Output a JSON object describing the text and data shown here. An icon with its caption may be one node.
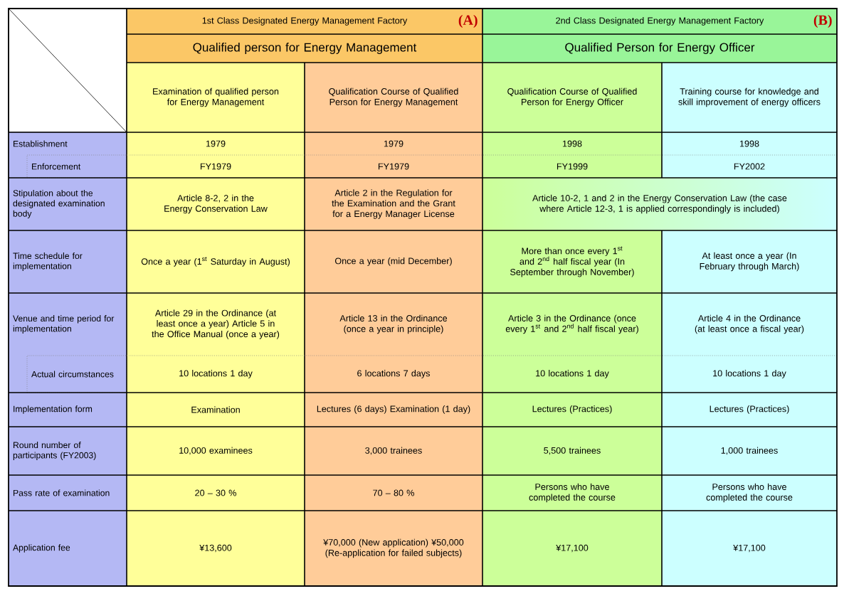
{
  "diagram": {
    "labels": [
      "1st Class Designated Energy Management Factory",
      "(A)",
      "2nd Class Designated Energy Management Factory",
      "(B)",
      "Qualified person for Energy Management",
      "Qualified Person for Energy Officer",
      "Examination of qualified person for Energy Management",
      "Qualification Course of Qualified Person for Energy Management",
      "Qualification Course of Qualified Person for Energy Officer",
      "Training course for knowledge and skill improvement of energy officers",
      "Establishment",
      "1979",
      "1979",
      "1998",
      "1998",
      "Enforcement",
      "FY1979",
      "FY1979",
      "FY1999",
      "FY2002",
      "Stipulation about the designated examination body",
      "Article 8-2, 2 in the Energy Conservation Law",
      "Article 2 in the Regulation for the Examination and the Grant for a Energy Manager License",
      "Article 10-2, 1 and 2 in the Energy Conservation Law (the case where Article 12-3, 1 is applied correspondingly is included)",
      "Time schedule for implementation",
      "Once a year (1$^{st}$ Saturday in August)",
      "Once a year (mid December)",
      "More than once every 1$^{st}$ and 2$^{nd}$ half fiscal year (In September through November)",
      "At least once a year (In February through March)",
      "Venue and time period for implementation",
      "Article 29 in the Ordinance (at least once a year) Article 5 in the Office Manual (once a year)",
      "Article 13 in the Ordinance (once a year in principle)",
      "Article 3 in the Ordinance (once every 1$^{st}$ and 2$^{nd}$ half fiscal year)",
      "Article 4 in the Ordinance (at least once a fiscal year)",
      "Actual circumstances",
      "10 locations 1 day",
      "6 locations 7 days",
      "10 locations 1 day",
      "10 locations 1 day",
      "Implementation form",
      "Examination",
      "Lectures (6 days) Examination (1 day)",
      "Lectures (Practices)",
      "Lectures (Practices)",
      "Round number of participants (FY2003)",
      "10,000 examinees",
      "3,000 trainees",
      "5,500 trainees",
      "1,000 trainees",
      "Pass rate of examination",
      "20 – 30 %",
      "70 – 80 %",
      "Persons who have completed the course",
      "Persons who have completed the course",
      "Application fee",
      "¥13,600",
      "¥70,000 (New application) ¥50,000 (Re-application for failed subjects)",
      "¥17,100",
      "¥17,100"
    ]
  }
}
